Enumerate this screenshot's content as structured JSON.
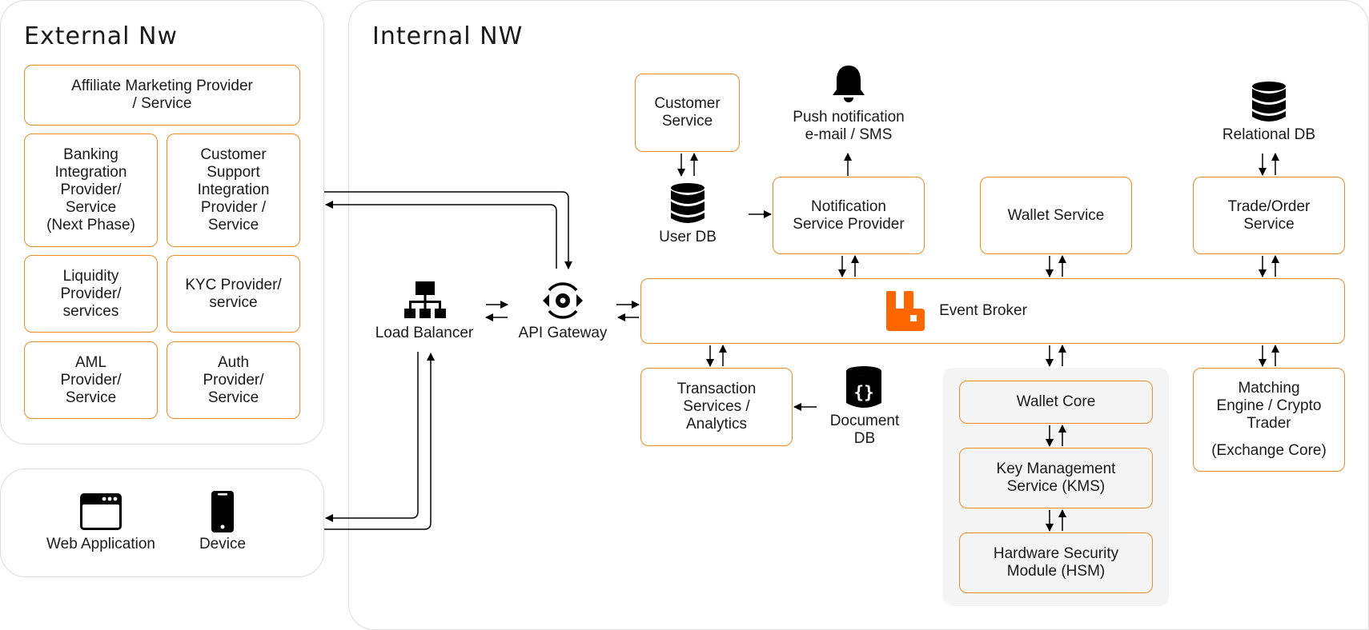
{
  "panels": {
    "external": {
      "title": "External Nw"
    },
    "internal": {
      "title": "Internal NW"
    }
  },
  "external_boxes": {
    "affiliate": "Affiliate Marketing Provider\n/ Service",
    "banking": "Banking\nIntegration\nProvider/\nService\n(Next Phase)",
    "support": "Customer\nSupport\nIntegration\nProvider /\nService",
    "liquidity": "Liquidity\nProvider/\nservices",
    "kyc": "KYC Provider/\nservice",
    "aml": "AML\nProvider/\nService",
    "auth": "Auth\nProvider/\nService"
  },
  "clients": {
    "web": {
      "label": "Web Application",
      "icon": "browser-window-icon"
    },
    "device": {
      "label": "Device",
      "icon": "mobile-phone-icon"
    }
  },
  "internal": {
    "load_balancer": {
      "label": "Load Balancer",
      "icon": "network-hierarchy-icon"
    },
    "api_gateway": {
      "label": "API Gateway",
      "icon": "api-gateway-icon"
    },
    "customer_service": "Customer\nService",
    "user_db": {
      "label": "User DB",
      "icon": "database-icon"
    },
    "push": {
      "label": "Push notification\ne-mail / SMS",
      "icon": "bell-icon"
    },
    "notification": "Notification\nService Provider",
    "wallet_service": "Wallet Service",
    "relational_db": {
      "label": "Relational DB",
      "icon": "database-icon"
    },
    "trade_order": "Trade/Order\nService",
    "event_broker": {
      "label": "Event Broker",
      "icon": "rabbitmq-icon"
    },
    "transaction": "Transaction\nServices /\nAnalytics",
    "document_db": {
      "label": "Document\nDB",
      "icon": "document-db-icon"
    },
    "wallet_core": "Wallet Core",
    "kms": "Key Management\nService (KMS)",
    "hsm": "Hardware Security\nModule (HSM)",
    "matching": {
      "line1": "Matching\nEngine / Crypto\nTrader",
      "line2": "(Exchange Core)"
    }
  },
  "colors": {
    "accent": "#f08a24",
    "broker_icon": "#ff6600",
    "border": "#dcdcdc",
    "group_bg": "#f4f4f4"
  }
}
